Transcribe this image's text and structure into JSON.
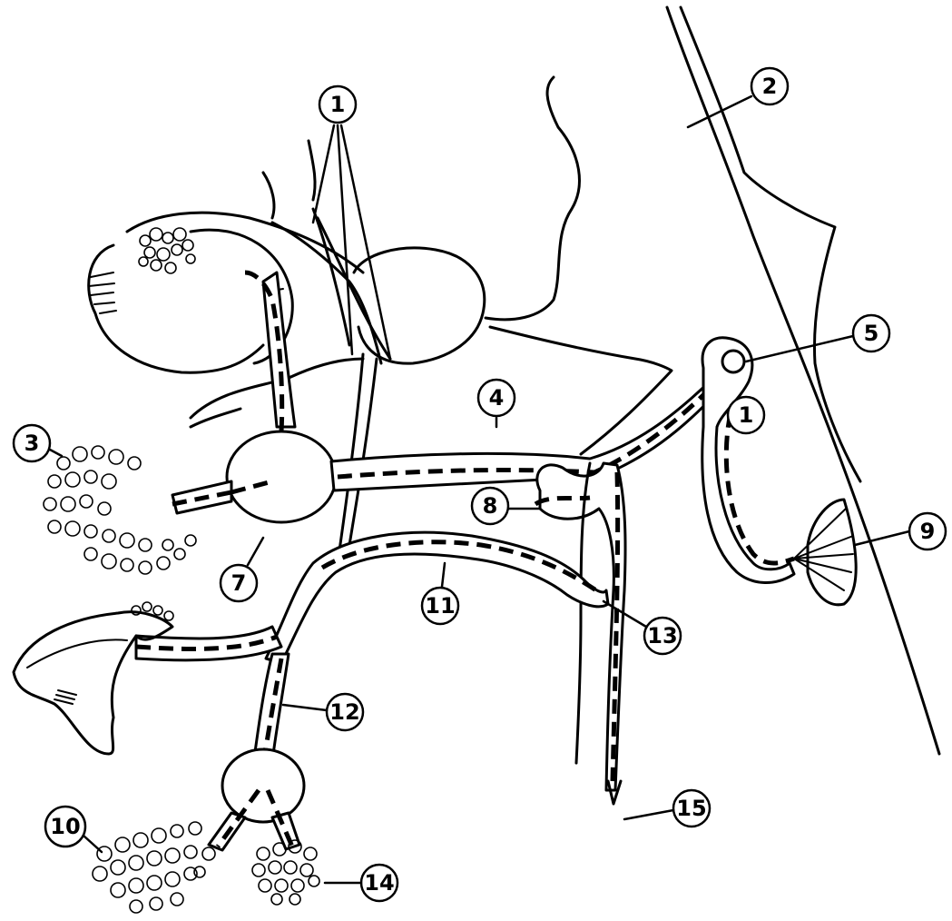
{
  "labels": {
    "l1": "1",
    "l2": "2",
    "l3": "3",
    "l4": "4",
    "l5": "5",
    "l6": "1",
    "l7": "7",
    "l8": "8",
    "l9": "9",
    "l10": "10",
    "l11": "11",
    "l12": "12",
    "l13": "13",
    "l14": "14",
    "l15": "15"
  }
}
